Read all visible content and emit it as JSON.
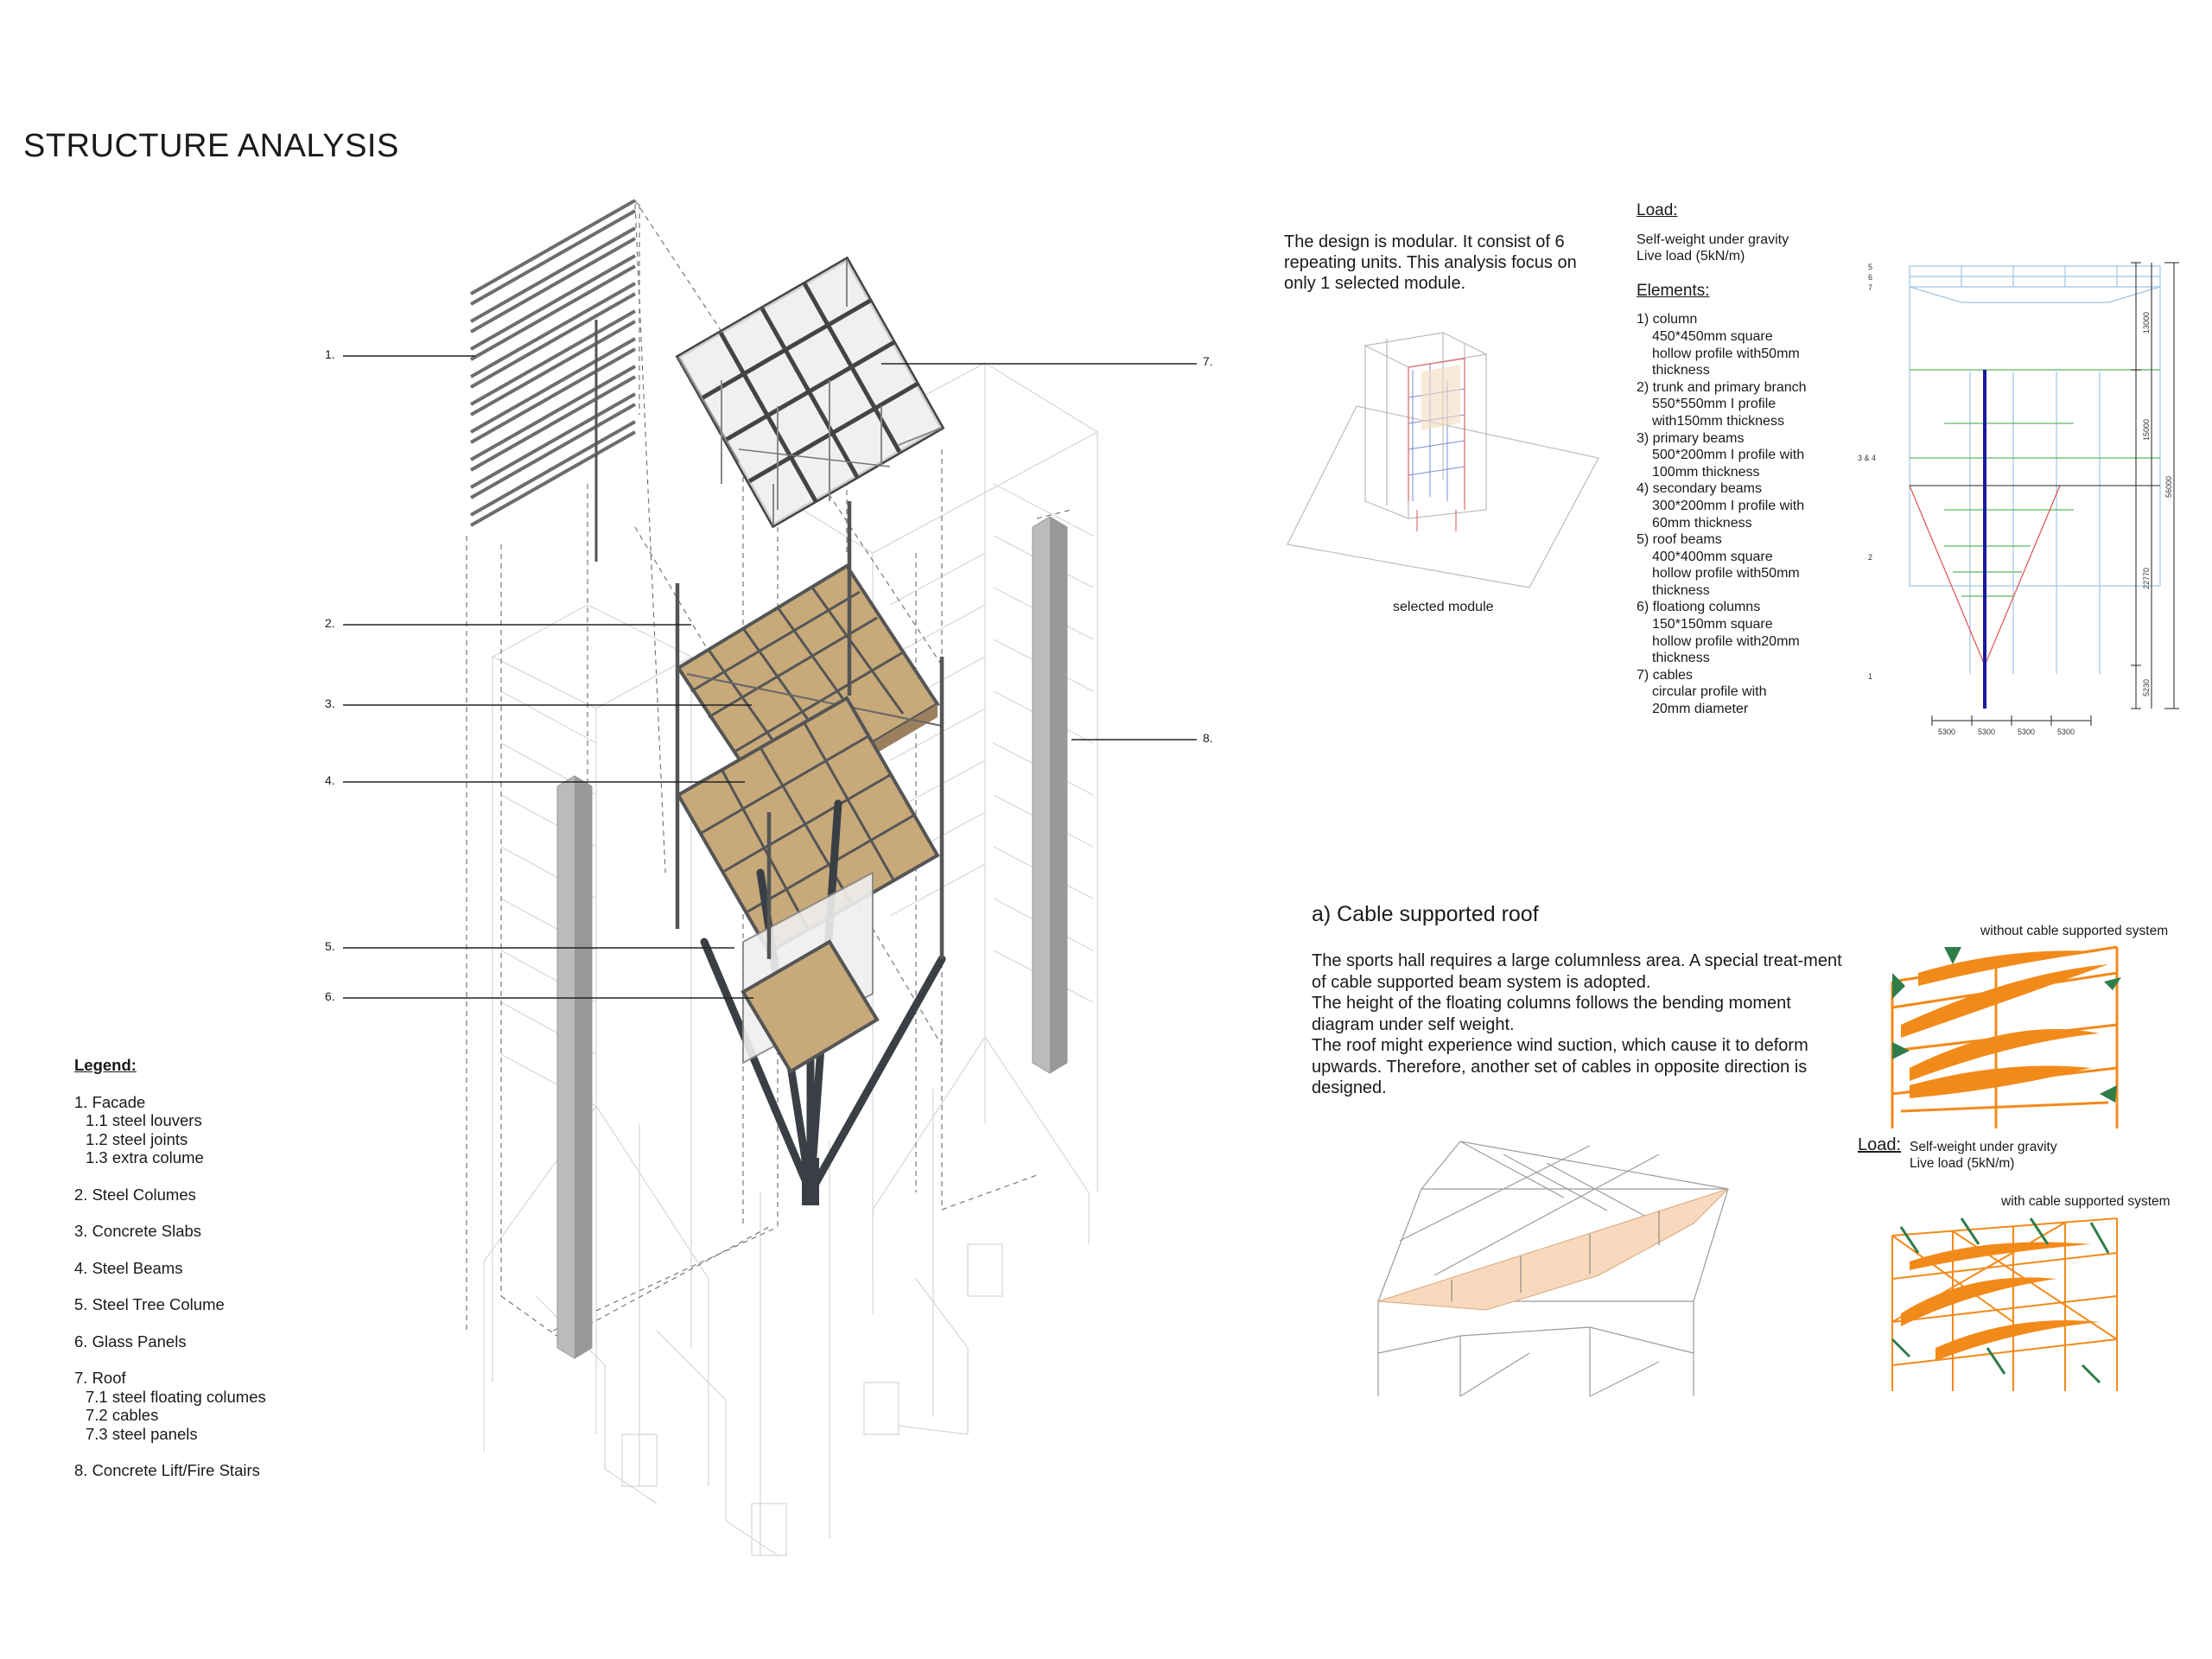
{
  "page_title": "STRUCTURE ANALYSIS",
  "callouts": [
    "1.",
    "2.",
    "3.",
    "4.",
    "5.",
    "6.",
    "7.",
    "8."
  ],
  "legend": {
    "heading": "Legend:",
    "items": [
      {
        "label": "1. Facade",
        "subs": [
          "1.1 steel louvers",
          "1.2 steel joints",
          "1.3 extra colume"
        ]
      },
      {
        "label": "2. Steel Columes",
        "subs": []
      },
      {
        "label": "3. Concrete Slabs",
        "subs": []
      },
      {
        "label": "4. Steel Beams",
        "subs": []
      },
      {
        "label": "5. Steel Tree Colume",
        "subs": []
      },
      {
        "label": "6. Glass Panels",
        "subs": []
      },
      {
        "label": "7. Roof",
        "subs": [
          "7.1 steel floating columes",
          "7.2 cables",
          "7.3 steel panels"
        ]
      },
      {
        "label": "8. Concrete Lift/Fire Stairs",
        "subs": []
      }
    ]
  },
  "intro": {
    "text": "The design is modular. It consist of 6 repeating units. This analysis focus on only 1 selected module.",
    "module_caption": "selected module"
  },
  "load_block": {
    "load_heading": "Load:",
    "load_lines": [
      "Self-weight under gravity",
      "Live load (5kN/m)"
    ],
    "elements_heading": "Elements:",
    "elements": [
      {
        "title": "1) column",
        "lines": [
          "450*450mm square",
          "hollow profile with50mm",
          "thickness"
        ]
      },
      {
        "title": "2) trunk and primary branch",
        "lines": [
          "550*550mm I profile",
          "with150mm thickness"
        ]
      },
      {
        "title": "3) primary beams",
        "lines": [
          "500*200mm I profile with",
          "100mm thickness"
        ]
      },
      {
        "title": "4) secondary beams",
        "lines": [
          "300*200mm I profile with",
          "60mm thickness"
        ]
      },
      {
        "title": "5) roof beams",
        "lines": [
          "400*400mm square",
          "hollow profile with50mm",
          "thickness"
        ]
      },
      {
        "title": "6) floationg columns",
        "lines": [
          "150*150mm square",
          "hollow profile with20mm",
          "thickness"
        ]
      },
      {
        "title": "7) cables",
        "lines": [
          "circular profile with",
          "20mm diameter"
        ]
      }
    ]
  },
  "elevation": {
    "left_labels": [
      "5",
      "6",
      "7",
      "3 & 4",
      "2",
      "1"
    ],
    "vertical_dims": [
      "13000",
      "15000",
      "22770",
      "5230"
    ],
    "total_dim": "56000",
    "bottom_dims": [
      "5300",
      "5300",
      "5300",
      "5300"
    ]
  },
  "cable_section": {
    "title": "a) Cable supported roof",
    "paragraphs": [
      "The sports hall requires a large columnless area. A special treat-ment of cable supported beam system is adopted.",
      "The height of the floating columns follows the bending moment diagram under self weight.",
      "The roof might experience wind suction, which cause it to deform upwards. Therefore, another set of cables in opposite direction is designed."
    ],
    "without_caption": "without cable supported system",
    "with_caption": "with cable supported system",
    "load_heading": "Load:",
    "load_lines": [
      "Self-weight under gravity",
      "Live load (5kN/m)"
    ]
  },
  "colors": {
    "slab": "#c7a97a",
    "steel": "#555a60",
    "concrete": "#a8a8a8",
    "moment_orange": "#f28a1a",
    "moment_green": "#2f7d4a",
    "elev_blue": "#1a1aa0",
    "elev_red": "#e05050",
    "elev_green": "#5cb85c"
  }
}
